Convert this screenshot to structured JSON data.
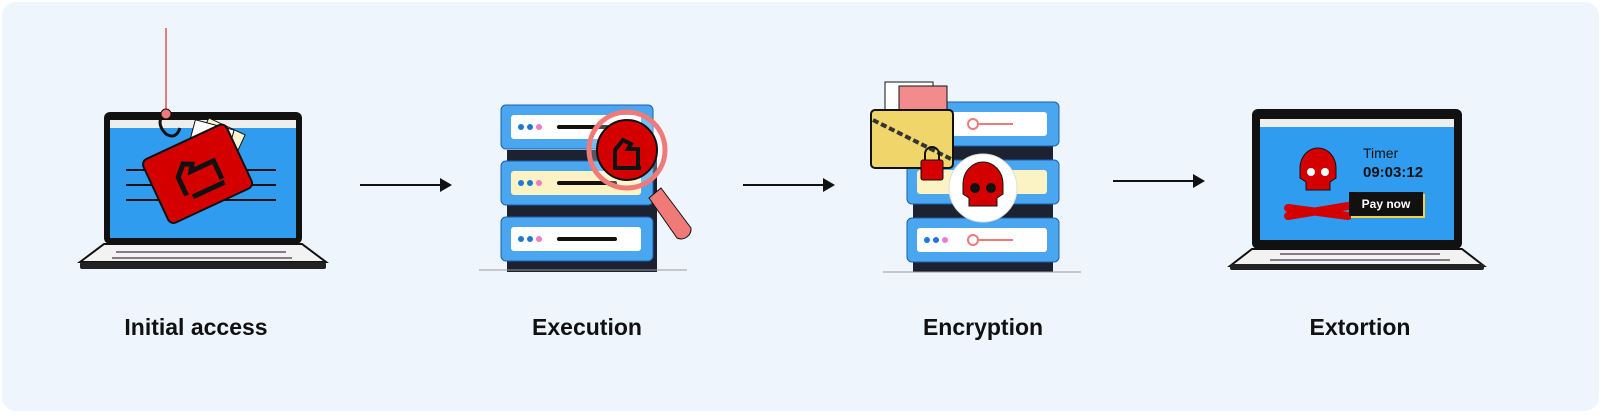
{
  "stages": [
    {
      "label": "Initial access",
      "icon": "laptop-phishing-hook-trojan-folder-icon"
    },
    {
      "label": "Execution",
      "icon": "server-magnifier-trojan-icon"
    },
    {
      "label": "Encryption",
      "icon": "server-locked-folder-skull-icon"
    },
    {
      "label": "Extortion",
      "icon": "laptop-ransom-note-icon"
    }
  ],
  "ransom_screen": {
    "timer_label": "Timer",
    "timer_value": "09:03:12",
    "pay_button": "Pay now"
  },
  "colors": {
    "background": "#eef5fd",
    "screen_blue": "#2f9cf0",
    "danger_red": "#d40000",
    "accent_yellow": "#f5d33a",
    "hook_pink": "#f07a78"
  }
}
